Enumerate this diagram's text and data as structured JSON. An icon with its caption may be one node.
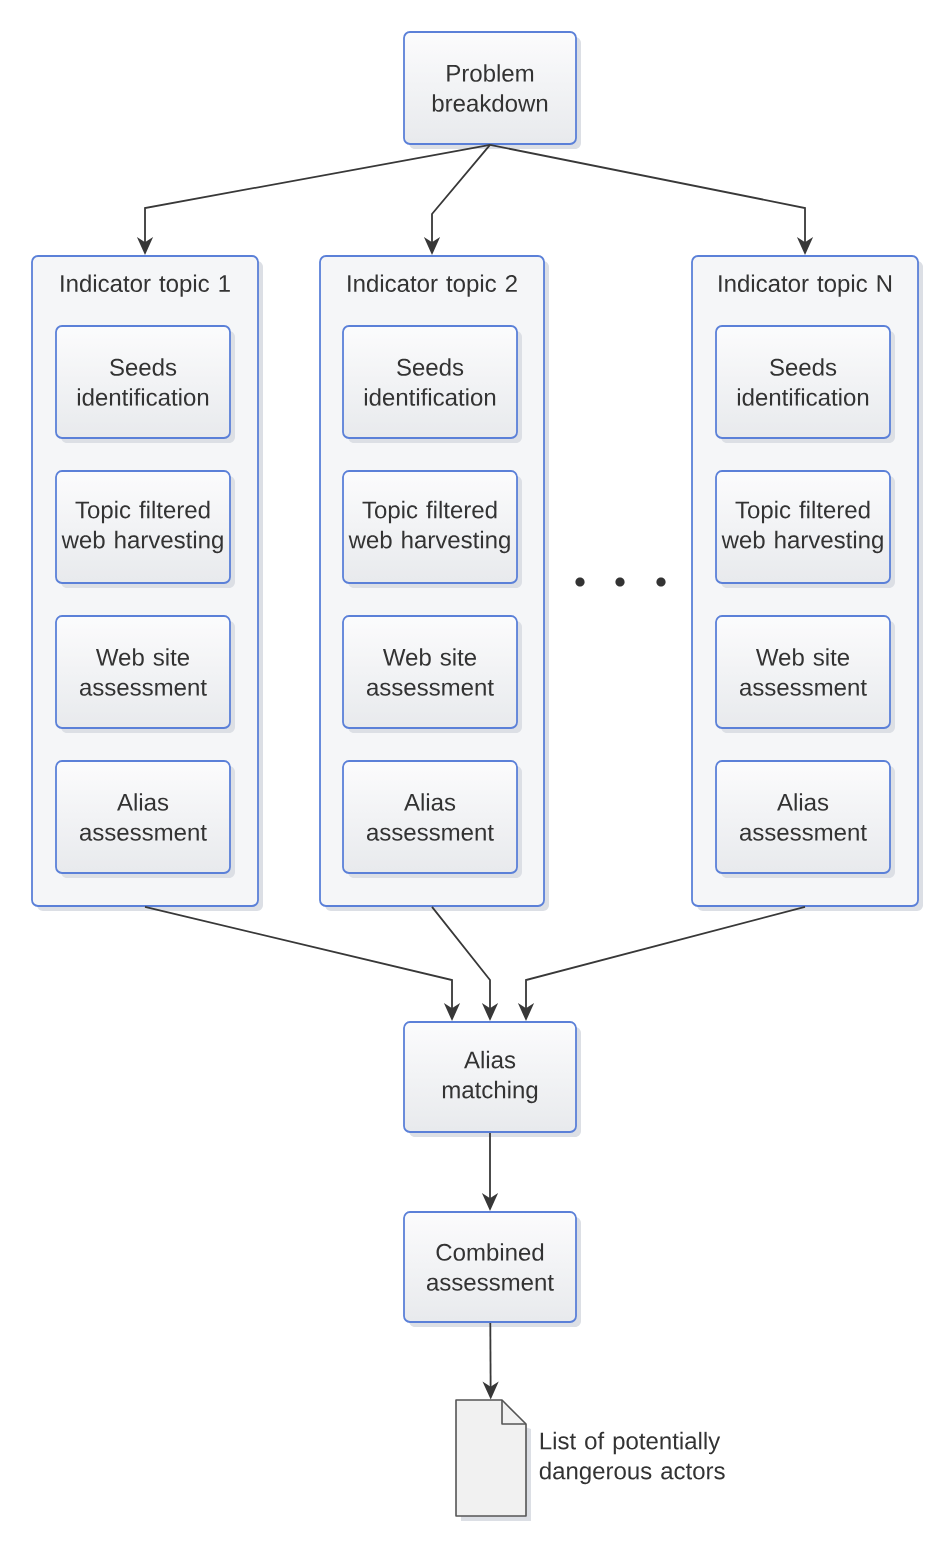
{
  "diagram": {
    "nodes": [
      {
        "text": [
          "Problem breakdown"
        ]
      },
      {
        "text": [
          "Indicator topic 1"
        ]
      },
      {
        "text": [
          "Seeds identification"
        ],
        "in": 1
      },
      {
        "text": [
          "Topic filtered web harvesting"
        ],
        "in": 1
      },
      {
        "text": [
          "Web site assessment"
        ],
        "in": 1
      },
      {
        "text": [
          "Alias assessment"
        ],
        "in": 1
      },
      {
        "text": [
          "Indicator topic 2"
        ]
      },
      {
        "text": [
          "Seeds identification"
        ],
        "in": 6
      },
      {
        "text": [
          "Topic filtered web harvesting"
        ],
        "in": 6
      },
      {
        "text": [
          "Web site assessment"
        ],
        "in": 6
      },
      {
        "text": [
          "Alias assessment"
        ],
        "in": 6
      },
      {
        "text": [
          "Indicator topic N"
        ]
      },
      {
        "text": [
          "Seeds identification"
        ],
        "in": 11
      },
      {
        "text": [
          "Topic filtered web harvesting"
        ],
        "in": 11
      },
      {
        "text": [
          "Web site assessment"
        ],
        "in": 11
      },
      {
        "text": [
          "Alias assessment"
        ],
        "in": 11
      },
      {
        "text": [
          "Alias matching"
        ]
      },
      {
        "text": [
          "Combined assessment"
        ]
      },
      {
        "text": [],
        "shape": "document",
        "beside": [
          "List of potentially dangerous actors"
        ]
      }
    ],
    "edges": [
      {
        "from": 0,
        "to": 1,
        "arrow": "to"
      },
      {
        "from": 0,
        "to": 6,
        "arrow": "to"
      },
      {
        "from": 0,
        "to": 11,
        "arrow": "to"
      },
      {
        "from": 1,
        "to": 16,
        "arrow": "to"
      },
      {
        "from": 6,
        "to": 16,
        "arrow": "to"
      },
      {
        "from": 11,
        "to": 16,
        "arrow": "to"
      },
      {
        "from": 16,
        "to": 17,
        "arrow": "to"
      },
      {
        "from": 17,
        "to": 18,
        "arrow": "to"
      }
    ]
  }
}
